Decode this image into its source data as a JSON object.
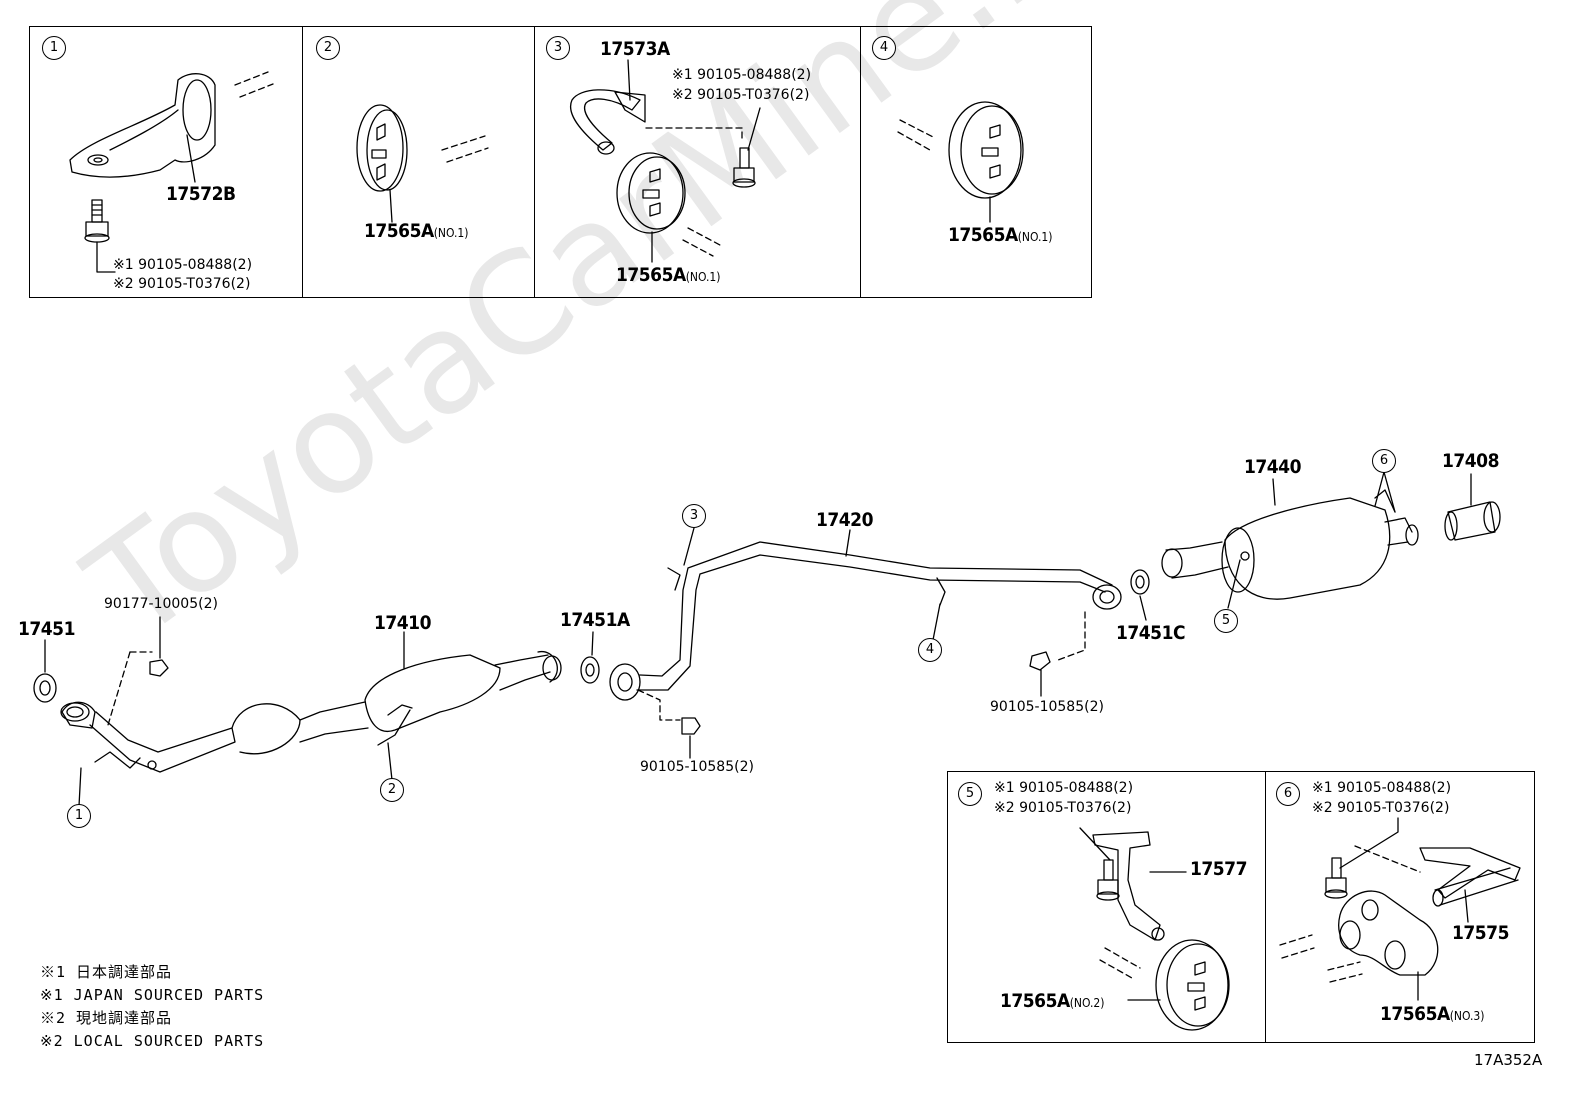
{
  "watermark": "ToyotaCarMine.ru",
  "diagram_code": "17A352A",
  "callouts": [
    "1",
    "2",
    "3",
    "4",
    "5",
    "6"
  ],
  "detail_panels": {
    "p1": {
      "no": "1",
      "part": "17572B",
      "bolt1": "※1 90105-08488(2)",
      "bolt2": "※2 90105-T0376(2)"
    },
    "p2": {
      "no": "2",
      "part": "17565A",
      "variant": "(NO.1)"
    },
    "p3": {
      "no": "3",
      "part_a": "17573A",
      "part_b": "17565A",
      "variant": "(NO.1)",
      "bolt1": "※1 90105-08488(2)",
      "bolt2": "※2 90105-T0376(2)"
    },
    "p4": {
      "no": "4",
      "part": "17565A",
      "variant": "(NO.1)"
    },
    "p5": {
      "no": "5",
      "part_a": "17577",
      "part_b": "17565A",
      "variant": "(NO.2)",
      "bolt1": "※1 90105-08488(2)",
      "bolt2": "※2 90105-T0376(2)"
    },
    "p6": {
      "no": "6",
      "part_a": "17575",
      "part_b": "17565A",
      "variant": "(NO.3)",
      "bolt1": "※1 90105-08488(2)",
      "bolt2": "※2 90105-T0376(2)"
    }
  },
  "main_parts": {
    "gasket_front": "17451",
    "nut": "90177-10005(2)",
    "front_pipe": "17410",
    "gasket_mid": "17451A",
    "bolt_mid": "90105-10585(2)",
    "center_pipe": "17420",
    "bolt_rear": "90105-10585(2)",
    "gasket_rear": "17451C",
    "muffler": "17440",
    "tail_tip": "17408"
  },
  "notes": [
    "※1 日本調達部品",
    "※1 JAPAN SOURCED PARTS",
    "※2 現地調達部品",
    "※2 LOCAL SOURCED PARTS"
  ]
}
